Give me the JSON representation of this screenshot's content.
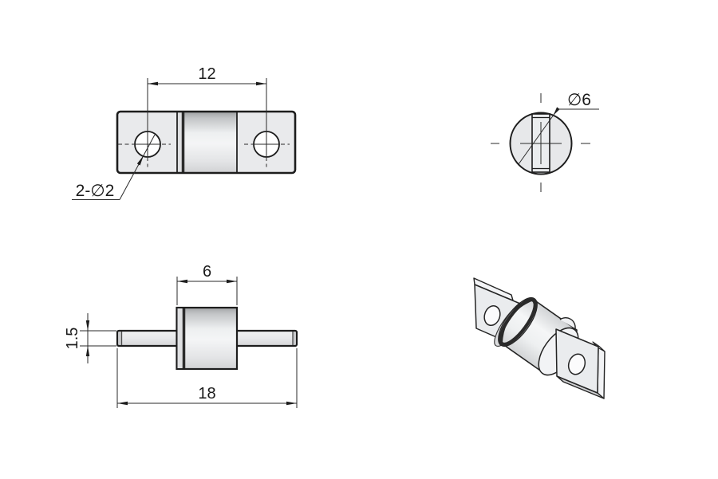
{
  "drawing": {
    "background": "#ffffff",
    "line_color": "#1d1d1d",
    "fill_light": "#e9eaec",
    "views": {
      "front": {
        "dim_hole_spacing": "12",
        "hole_callout": "2-∅2"
      },
      "end": {
        "diameter_callout": "∅6"
      },
      "profile": {
        "dim_boss_length": "6",
        "dim_plate_thickness": "1.5",
        "dim_overall_length": "18"
      }
    }
  }
}
